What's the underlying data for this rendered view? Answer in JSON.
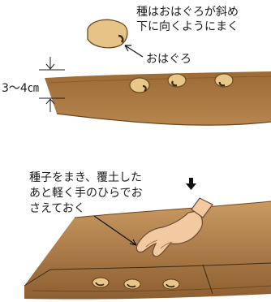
{
  "captions": {
    "top_line1": "種はおはぐろが斜め",
    "top_line2": "下に向くようにまく",
    "ohaguro_label": "おはぐろ",
    "depth_label": "3～4㎝",
    "bottom_line1": "種子をまき、覆土した",
    "bottom_line2": "あと軽く手のひらでお",
    "bottom_line3": "さえておく"
  },
  "icons": {
    "press_arrow": "arrow-down-icon"
  },
  "colors": {
    "soil_dark": "#8a5a2b",
    "soil_light": "#c79a64",
    "seed": "#e8c88a",
    "hand": "#f2c9a0"
  }
}
